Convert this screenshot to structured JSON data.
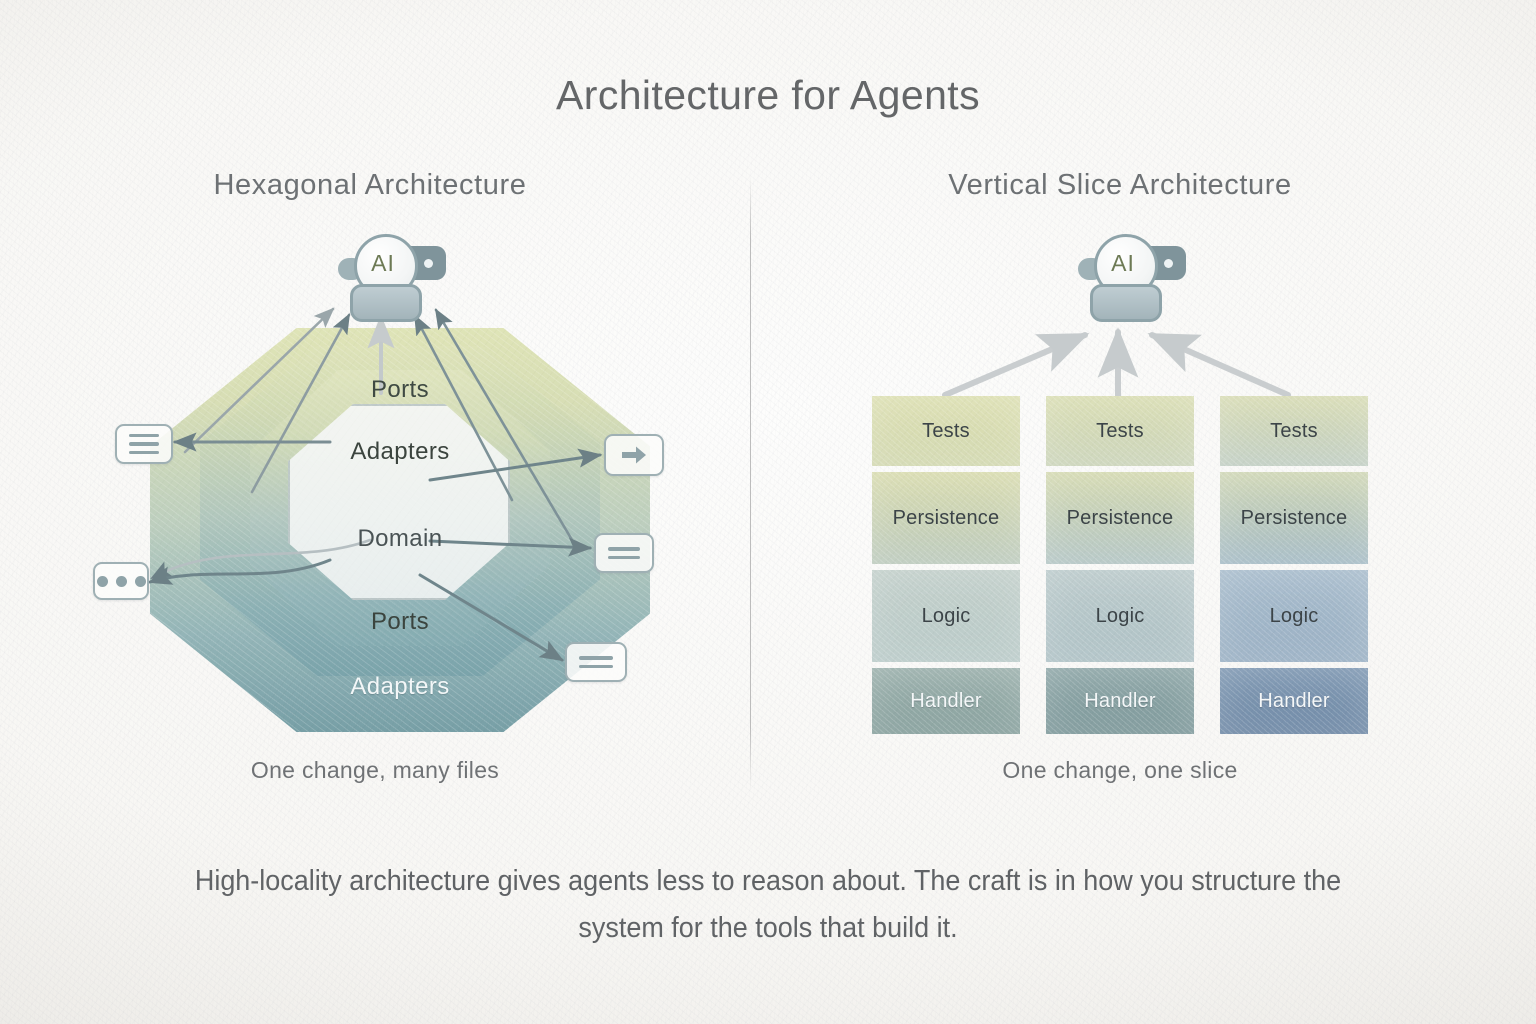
{
  "page": {
    "title": "Architecture for Agents",
    "footnote": "High-locality architecture gives agents less to reason about. The craft is in how you structure the system for the tools that build it."
  },
  "theme": {
    "background": "#f7f6f3",
    "title_color": "#646668",
    "panel_title_color": "#6d7174",
    "caption_color": "#6f7275",
    "footnote_color": "#5f6265",
    "divider_color": "#b2b2b2",
    "arrow_dark": "#6c8086",
    "arrow_light": "#c9cdcf",
    "badge_border": "#9fb0b4",
    "badge_glyph": "#8fa3a8"
  },
  "hexagonal": {
    "title": "Hexagonal Architecture",
    "caption": "One change, many files",
    "rings": [
      {
        "label": "Adapters",
        "position": "outer-bottom",
        "text_color": "#f3f7f8",
        "fill_top": "#d9deb1",
        "fill_bottom": "#6d9aa0"
      },
      {
        "label": "Ports",
        "position": "outer-top",
        "text_color": "#3f4a43",
        "fill_top": "#dfe3ba",
        "fill_bottom": "#7ca7ac"
      },
      {
        "label": "Adapters",
        "position": "mid-top",
        "text_color": "#3b443e",
        "fill_top": "#dde2b9",
        "fill_bottom": "#84adb2"
      },
      {
        "label": "Ports",
        "position": "mid-bottom",
        "text_color": "#3b443e",
        "fill_top": "#e2e7c2",
        "fill_bottom": "#8fb6ba"
      },
      {
        "label": "Domain",
        "position": "core",
        "text_color": "#4a5355",
        "fill_top": "#f2f4f0",
        "fill_bottom": "#e9efee"
      }
    ],
    "badges": [
      {
        "icon": "lines-icon",
        "side": "left",
        "order": 1
      },
      {
        "icon": "dots-icon",
        "side": "left",
        "order": 2
      },
      {
        "icon": "arrow-right-icon",
        "side": "right",
        "order": 1
      },
      {
        "icon": "lines-icon",
        "side": "right",
        "order": 2
      },
      {
        "icon": "lines-icon",
        "side": "right",
        "order": 3
      }
    ],
    "agent": {
      "label": "AI",
      "icon": "ai-robot-icon",
      "bubble_dots": 2
    }
  },
  "vertical_slice": {
    "title": "Vertical Slice Architecture",
    "caption": "One change, one slice",
    "agent": {
      "label": "AI",
      "icon": "ai-robot-icon",
      "bubble_dots": 2
    },
    "row_labels": [
      "Tests",
      "Persistence",
      "Logic",
      "Handler"
    ],
    "columns": [
      {
        "name": "slice-1",
        "cells": [
          {
            "label": "Tests",
            "fill_top": "#dde0b3",
            "fill_bottom": "#d3d9b2",
            "text": "dark"
          },
          {
            "label": "Persistence",
            "fill_top": "#d9dcb0",
            "fill_bottom": "#bdcbbe",
            "text": "dark"
          },
          {
            "label": "Logic",
            "fill_top": "#c3d0cb",
            "fill_bottom": "#bacbc9",
            "text": "dark"
          },
          {
            "label": "Handler",
            "fill_top": "#9cb1ad",
            "fill_bottom": "#87a09d",
            "text": "light"
          }
        ]
      },
      {
        "name": "slice-2",
        "cells": [
          {
            "label": "Tests",
            "fill_top": "#dadeb4",
            "fill_bottom": "#ccd5bb",
            "text": "dark"
          },
          {
            "label": "Persistence",
            "fill_top": "#d5dab2",
            "fill_bottom": "#b4c6c5",
            "text": "dark"
          },
          {
            "label": "Logic",
            "fill_top": "#bccbcc",
            "fill_bottom": "#afc2c6",
            "text": "dark"
          },
          {
            "label": "Handler",
            "fill_top": "#90a8a9",
            "fill_bottom": "#7d989a",
            "text": "light"
          }
        ]
      },
      {
        "name": "slice-3",
        "cells": [
          {
            "label": "Tests",
            "fill_top": "#d8dcb5",
            "fill_bottom": "#c2cfc4",
            "text": "dark"
          },
          {
            "label": "Persistence",
            "fill_top": "#d0d7b6",
            "fill_bottom": "#a6bcc6",
            "text": "dark"
          },
          {
            "label": "Logic",
            "fill_top": "#a9bdcd",
            "fill_bottom": "#9ab0c4",
            "text": "dark"
          },
          {
            "label": "Handler",
            "fill_top": "#8099b3",
            "fill_bottom": "#6f89a6",
            "text": "light"
          }
        ]
      }
    ]
  }
}
